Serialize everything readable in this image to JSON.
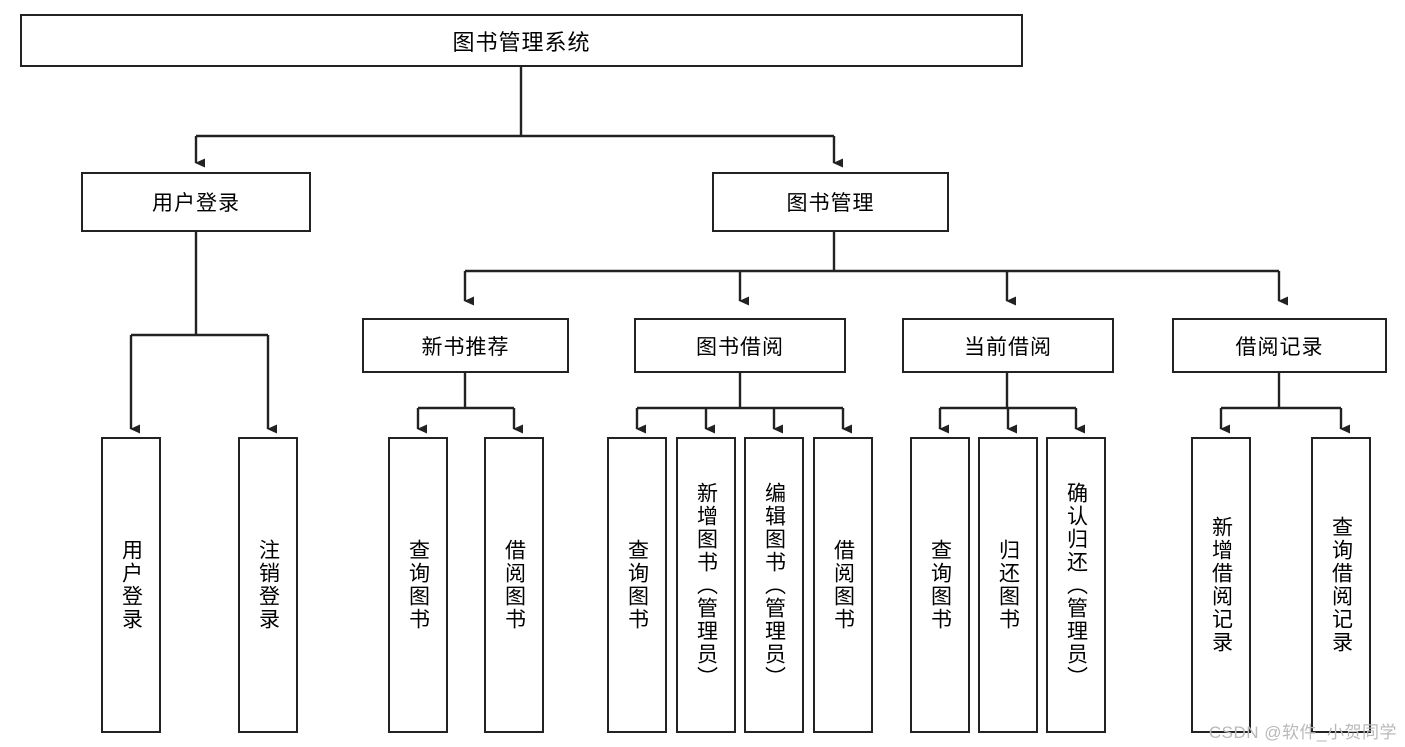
{
  "diagram": {
    "title": "图书管理系统",
    "type": "tree",
    "watermark": "CSDN @软件_小贺同学",
    "line_color": "#222222",
    "box_fill": "#ffffff",
    "text_color": "#000000"
  },
  "nodes": {
    "root": {
      "label": "图书管理系统"
    },
    "level1": [
      {
        "label": "用户登录"
      },
      {
        "label": "图书管理"
      }
    ],
    "level2": [
      {
        "label": "新书推荐"
      },
      {
        "label": "图书借阅"
      },
      {
        "label": "当前借阅"
      },
      {
        "label": "借阅记录"
      }
    ],
    "leaves_user_login": [
      {
        "label": "用户登录"
      },
      {
        "label": "注销登录"
      }
    ],
    "leaves_new_book": [
      {
        "label": "查询图书"
      },
      {
        "label": "借阅图书"
      }
    ],
    "leaves_borrow": [
      {
        "label": "查询图书"
      },
      {
        "label": "新增图书（管理员）"
      },
      {
        "label": "编辑图书（管理员）"
      },
      {
        "label": "借阅图书"
      }
    ],
    "leaves_current": [
      {
        "label": "查询图书"
      },
      {
        "label": "归还图书"
      },
      {
        "label": "确认归还（管理员）"
      }
    ],
    "leaves_records": [
      {
        "label": "新增借阅记录"
      },
      {
        "label": "查询借阅记录"
      }
    ]
  }
}
